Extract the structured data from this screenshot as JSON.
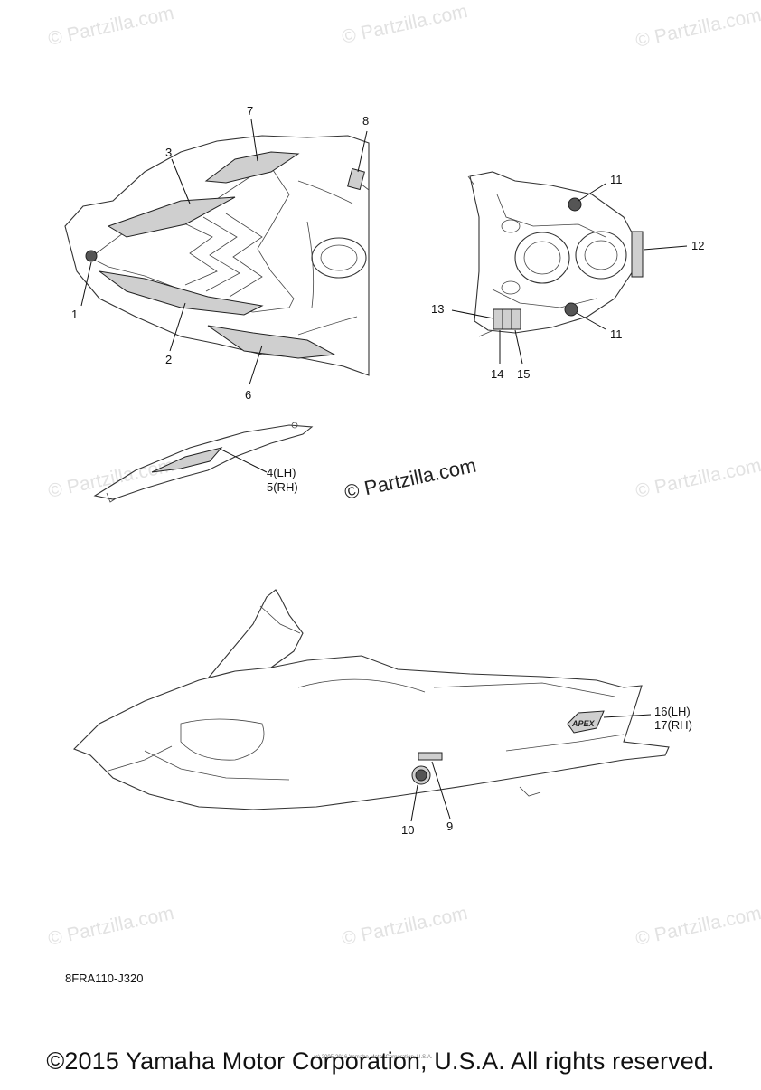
{
  "watermark": {
    "faint": "© Partzilla.com",
    "center": "© Partzilla.com"
  },
  "callouts": {
    "c1": "1",
    "c2": "2",
    "c3": "3",
    "c4": "4(LH)",
    "c5": "5(RH)",
    "c6": "6",
    "c7": "7",
    "c8": "8",
    "c9": "9",
    "c10": "10",
    "c11a": "11",
    "c11b": "11",
    "c12": "12",
    "c13": "13",
    "c14": "14",
    "c15": "15",
    "c16": "16(LH)",
    "c17": "17(RH)"
  },
  "diagram_id": "8FRA110-J320",
  "fine_print": "(c) 2005-2016 Yamaha Motor Corporation, U.S.A.",
  "decal_text": "APEX",
  "copyright": "©2015 Yamaha Motor Corporation, U.S.A. All rights reserved."
}
